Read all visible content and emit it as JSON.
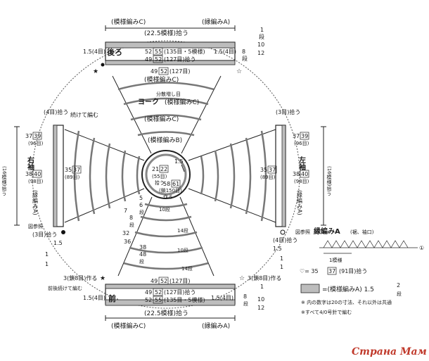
{
  "diagram": {
    "back": {
      "pattern_top": "(模様編みC)",
      "ribbing_top": "(縁編みA)",
      "pickup_top": "(22.5模様)拾う",
      "label": "後ろ",
      "side_left": "1.5(4目)",
      "side_right": "1.5(4目)",
      "row1": "52",
      "row1_box": "55",
      "row1_tail": "(135目・5模様)",
      "row2": "49",
      "row2_box": "52",
      "row2_tail": "(127目)拾う",
      "row3": "49",
      "row3_box": "52",
      "row3_tail": "(127目)",
      "rows_right_a": "1",
      "rows_right_b": "段",
      "rows_right_c": "10",
      "rows_right_d": "12",
      "rows_right_e": "8",
      "rows_right_f": "段"
    },
    "yoke": {
      "pattern_c1": "(模様編みC)",
      "split": "分散増し目",
      "label": "ヨーク",
      "pattern_c2": "(模様編みC)",
      "pattern_c3": "(模様編みC)",
      "pattern_b": "(模様編みB)",
      "center_a": "21",
      "center_b": "22",
      "center_c": "(55目)",
      "center_d": "拾う",
      "center_e": "58",
      "center_f": "61",
      "center_g": "(鎖150目)",
      "center_h": "作る",
      "arrow_note": "1.5"
    },
    "left_sleeve": {
      "pickup": "(4目)拾う",
      "continue": "続けて編む",
      "a": "37",
      "a_box": "39",
      "a_tail": "(96目)",
      "label": "右袖",
      "b": "38",
      "b_box": "40",
      "b_tail": "(98目)",
      "c": "35",
      "c_box": "37",
      "c_tail": "(89目)",
      "side": "(16模様)拾う",
      "pattern": "(縁編みA)",
      "ref": "図参照",
      "bottom": "(3目)拾う",
      "n1": "1.5",
      "n2": "1",
      "n3": "1"
    },
    "right_sleeve": {
      "pickup": "(3目)拾う",
      "a": "37",
      "a_box": "39",
      "a_tail": "(96目)",
      "label": "左袖",
      "b": "38",
      "b_box": "40",
      "b_tail": "(98目)",
      "c": "35",
      "c_box": "37",
      "c_tail": "(89目)",
      "side": "(16模様)拾う",
      "pattern": "(縁編みA)",
      "ref": "図参照",
      "bottom": "(4目)拾う",
      "n1": "1.5",
      "n2": "1",
      "n3": "1"
    },
    "front": {
      "cast_left": "3(鎖8目)作る",
      "cast_right": "3(鎖8目)作る",
      "continue": "前後続けて編む",
      "side_left": "1.5(4目)",
      "side_right": "1.5(4目)",
      "label": "前",
      "row1": "49",
      "row1_box": "52",
      "row1_tail": "(127目)",
      "row2": "49",
      "row2_box": "52",
      "row2_tail": "(127目)拾う",
      "row3": "52",
      "row3_box": "55",
      "row3_tail": "(135目・5模様)",
      "pickup_bottom": "(22.5模様)拾う",
      "pattern_bottom": "(模様編みC)",
      "ribbing_bottom": "(縁編みA)",
      "r1": "1",
      "r2": "10",
      "r3": "12",
      "r4": "8",
      "r5": "段"
    },
    "mid_notes": {
      "a1": "5",
      "a2": "6",
      "a3": "段",
      "b1": "7",
      "b2": "8",
      "b3": "段",
      "c1": "32",
      "c2": "36",
      "d1": "38",
      "d2": "48",
      "d3": "段",
      "row_10": "10段",
      "row_14": "14段",
      "row_10b": "10段",
      "row_14b": "14段"
    },
    "legend": {
      "title": "縁編みA",
      "title_tail": "(裾、袖口)",
      "repeat": "1模様",
      "heart_line": "♡= 35",
      "heart_box": "37",
      "heart_tail": "(91目)拾う",
      "swatch_label": "=(模様編みA) 1.5",
      "swatch_num": "2",
      "swatch_unit": "段",
      "note1": "※ 内の数字は20の寸法、それ以外は共通",
      "note2": "※すべて4/0号針で編む",
      "circle_num": "①"
    },
    "watermark": "Страна Мам"
  }
}
